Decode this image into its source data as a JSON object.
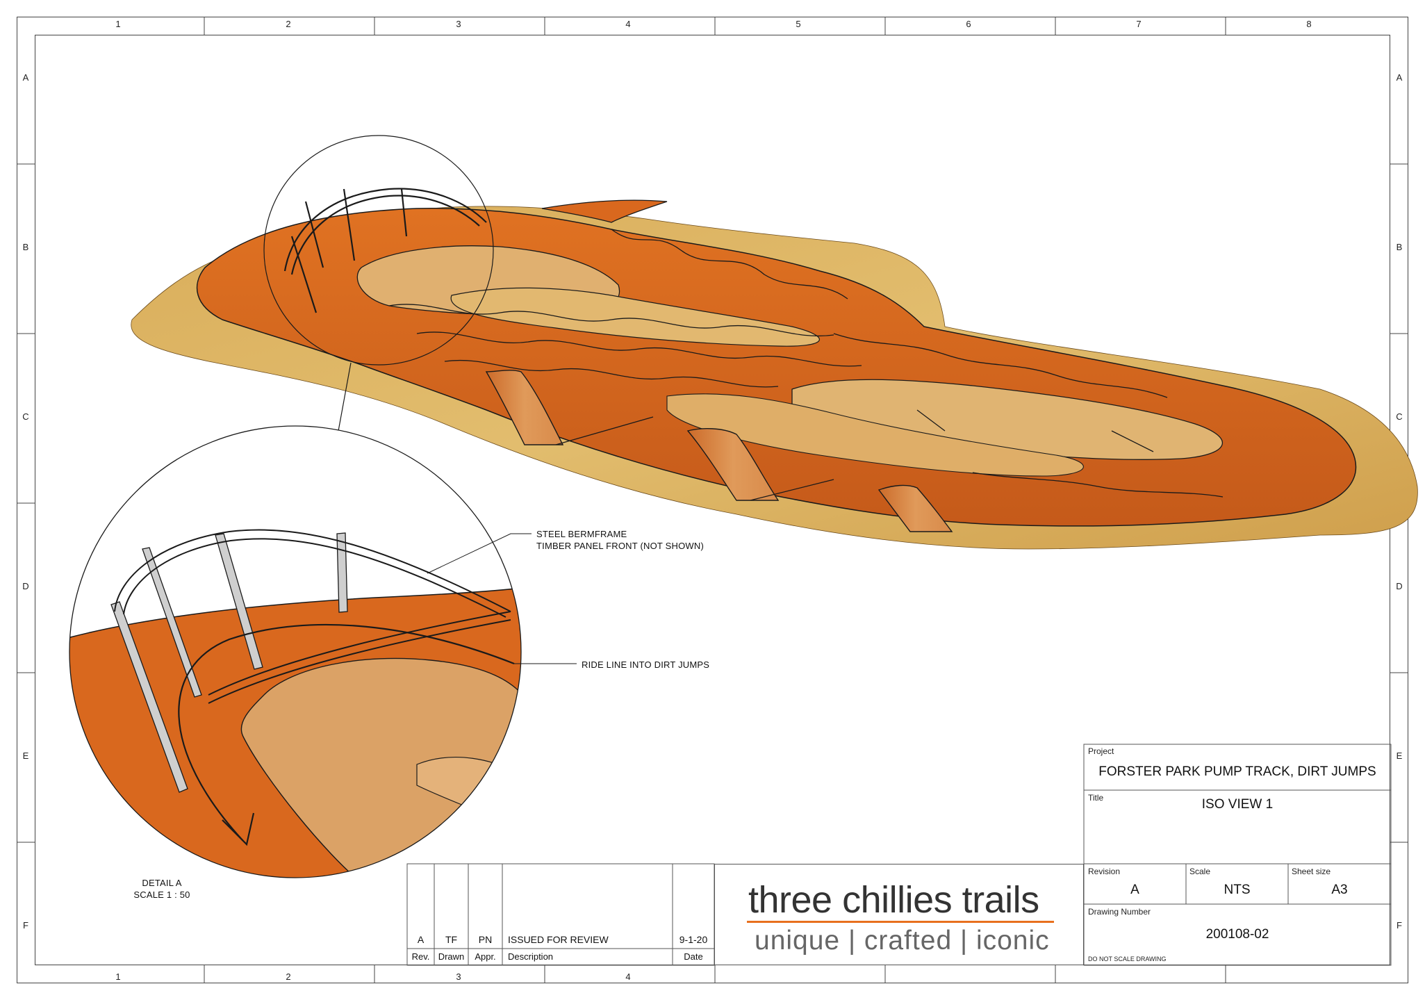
{
  "border": {
    "columns": [
      "1",
      "2",
      "3",
      "4",
      "5",
      "6",
      "7",
      "8"
    ],
    "bottom_columns": [
      "1",
      "2",
      "3",
      "4"
    ],
    "rows": [
      "A",
      "B",
      "C",
      "D",
      "E",
      "F"
    ]
  },
  "annotations": {
    "steel_frame_line1": "STEEL BERMFRAME",
    "steel_frame_line2": "TIMBER PANEL FRONT (NOT SHOWN)",
    "ride_line": "RIDE LINE INTO DIRT JUMPS",
    "detail_title": "DETAIL A",
    "detail_scale": "SCALE 1 : 50"
  },
  "revision_table": {
    "row": {
      "rev": "A",
      "drawn": "TF",
      "appr": "PN",
      "description": "ISSUED FOR REVIEW",
      "date": "9-1-20"
    },
    "headers": {
      "rev": "Rev.",
      "drawn": "Drawn",
      "appr": "Appr.",
      "description": "Description",
      "date": "Date"
    }
  },
  "logo": {
    "name": "three chillies trails",
    "tagline": "unique | crafted | iconic"
  },
  "title_block": {
    "project_label": "Project",
    "project": "FORSTER PARK PUMP TRACK, DIRT JUMPS",
    "title_label": "Title",
    "title": "ISO VIEW 1",
    "revision_label": "Revision",
    "revision": "A",
    "scale_label": "Scale",
    "scale": "NTS",
    "sheet_label": "Sheet size",
    "sheet": "A3",
    "drawing_number_label": "Drawing Number",
    "drawing_number": "200108-02",
    "disclaimer": "DO NOT SCALE DRAWING"
  },
  "colors": {
    "track_orange": "#d9681e",
    "track_dark": "#b8531a",
    "sand": "#d9ad5a",
    "sand_light": "#e2bd6e",
    "logo_orange": "#e8701e",
    "line": "#1a1a1a"
  }
}
